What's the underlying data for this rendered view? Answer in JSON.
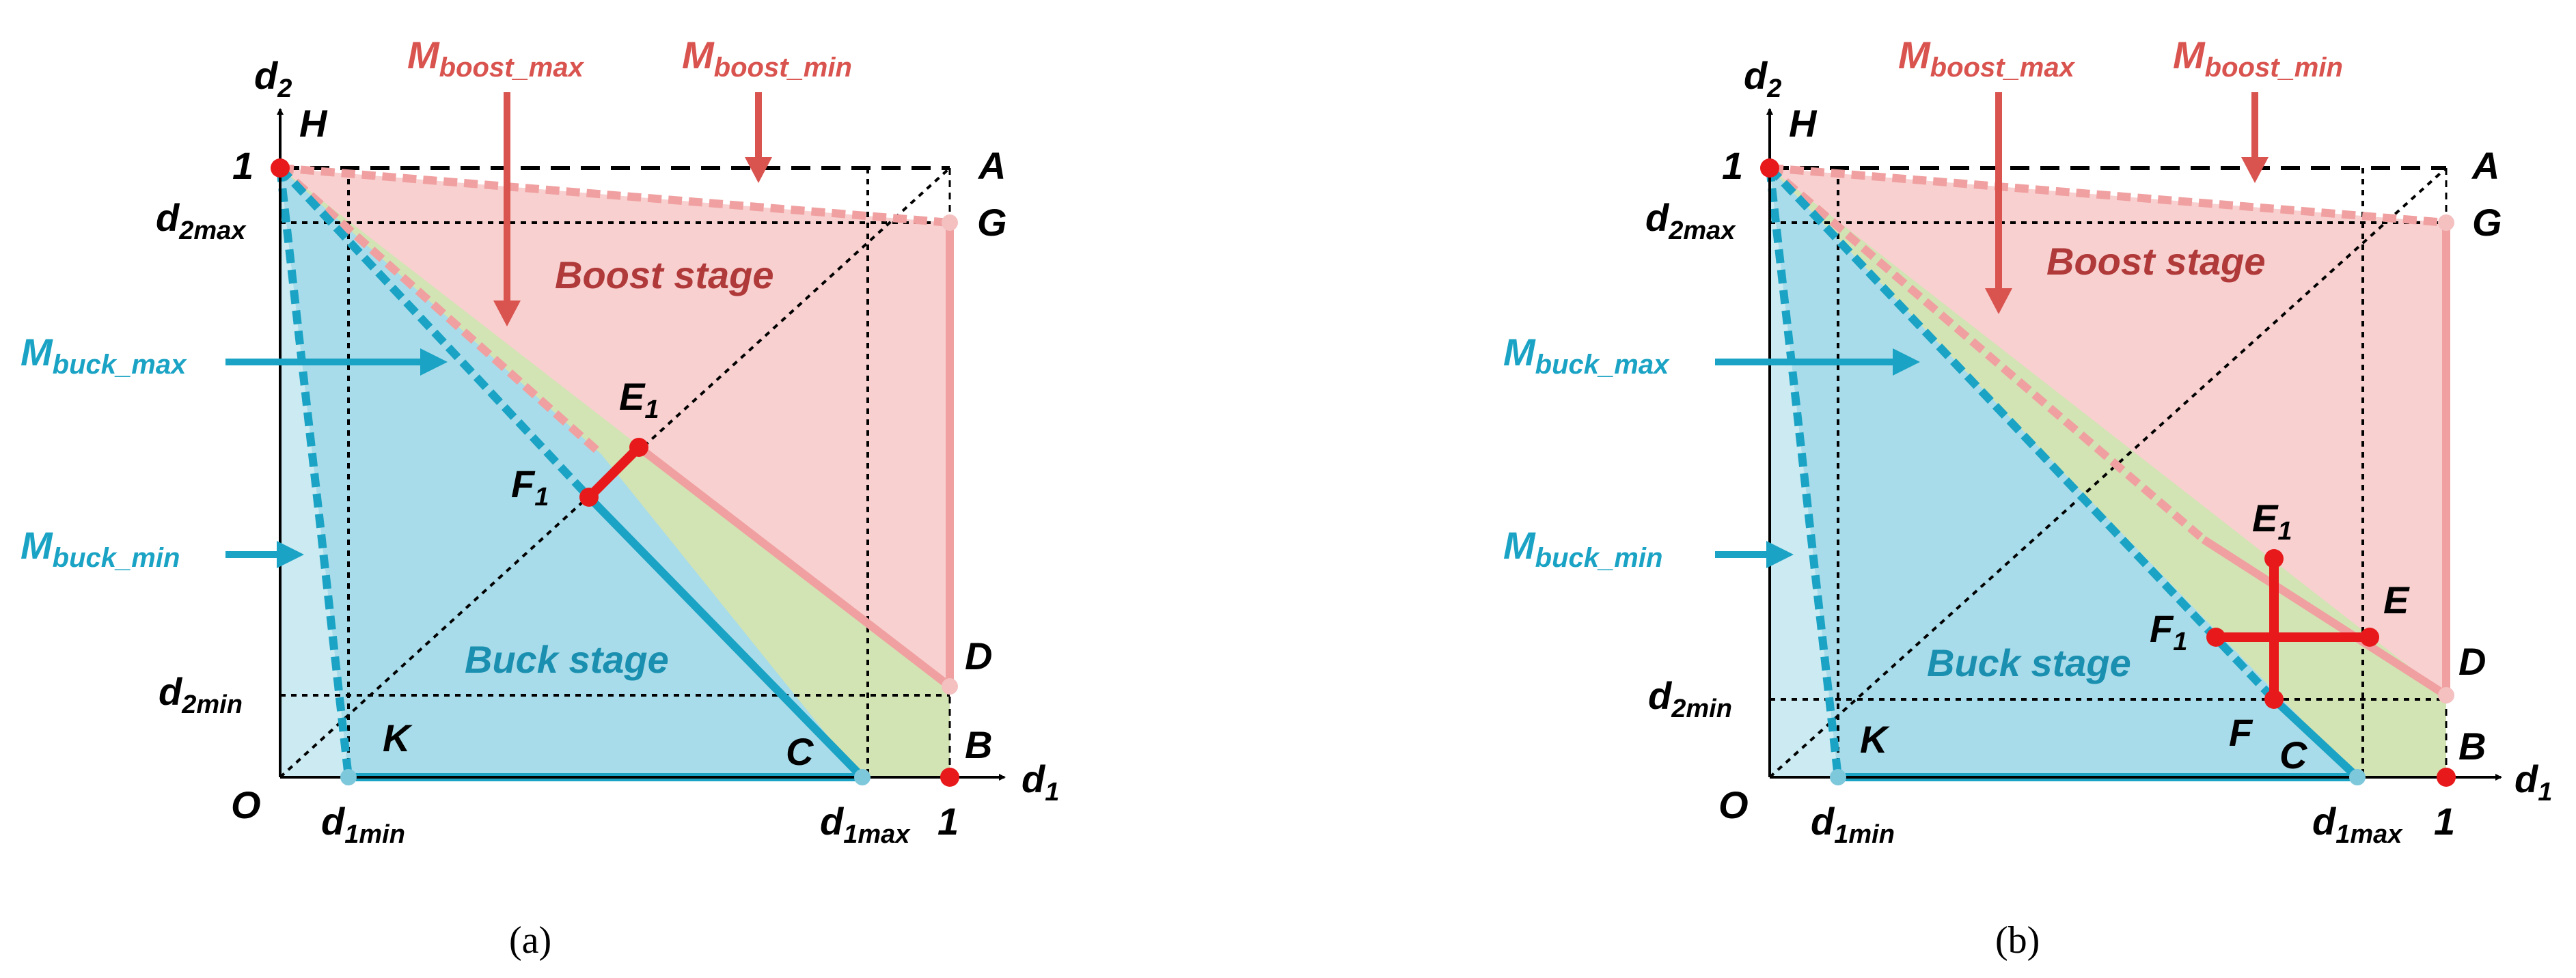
{
  "panels": [
    {
      "caption": "(a)",
      "labels": {
        "O": "O",
        "H": "H",
        "A": "A",
        "G": "G",
        "B": "B",
        "C": "C",
        "D": "D",
        "K": "K",
        "E1_base": "E",
        "E1_sub": "1",
        "F1_base": "F",
        "F1_sub": "1",
        "one_y": "1",
        "one_x": "1",
        "d2_base": "d",
        "d2_sub": "2",
        "d1_base": "d",
        "d1_sub": "1",
        "d2max_base": "d",
        "d2max_sub": "2max",
        "d2min_base": "d",
        "d2min_sub": "2min",
        "d1min_base": "d",
        "d1min_sub": "1min",
        "d1max_base": "d",
        "d1max_sub": "1max",
        "boost_max_base": "M",
        "boost_max_sub": "boost_max",
        "boost_min_base": "M",
        "boost_min_sub": "boost_min",
        "buck_max_base": "M",
        "buck_max_sub": "buck_max",
        "buck_min_base": "M",
        "buck_min_sub": "buck_min",
        "boost_stage": "Boost stage",
        "buck_stage": "Buck stage"
      }
    },
    {
      "caption": "(b)",
      "labels": {
        "O": "O",
        "H": "H",
        "A": "A",
        "G": "G",
        "B": "B",
        "C": "C",
        "D": "D",
        "K": "K",
        "E": "E",
        "F": "F",
        "E1_base": "E",
        "E1_sub": "1",
        "F1_base": "F",
        "F1_sub": "1",
        "one_y": "1",
        "one_x": "1",
        "d2_base": "d",
        "d2_sub": "2",
        "d1_base": "d",
        "d1_sub": "1",
        "d2max_base": "d",
        "d2max_sub": "2max",
        "d2min_base": "d",
        "d2min_sub": "2min",
        "d1min_base": "d",
        "d1min_sub": "1min",
        "d1max_base": "d",
        "d1max_sub": "1max",
        "boost_max_base": "M",
        "boost_max_sub": "boost_max",
        "boost_min_base": "M",
        "boost_min_sub": "boost_min",
        "buck_max_base": "M",
        "buck_max_sub": "buck_max",
        "buck_min_base": "M",
        "buck_min_sub": "buck_min",
        "boost_stage": "Boost stage",
        "buck_stage": "Buck stage"
      }
    }
  ],
  "colors": {
    "boost_fill": "#f8d0d0",
    "boost_line": "#f0a0a0",
    "boost_text": "#d9534f",
    "buck_fill": "#a8dcea",
    "buck_line": "#1aa3c4",
    "overlap_fill": "#d2e3b4",
    "highlight": "#e8191b",
    "axis": "#000000"
  }
}
